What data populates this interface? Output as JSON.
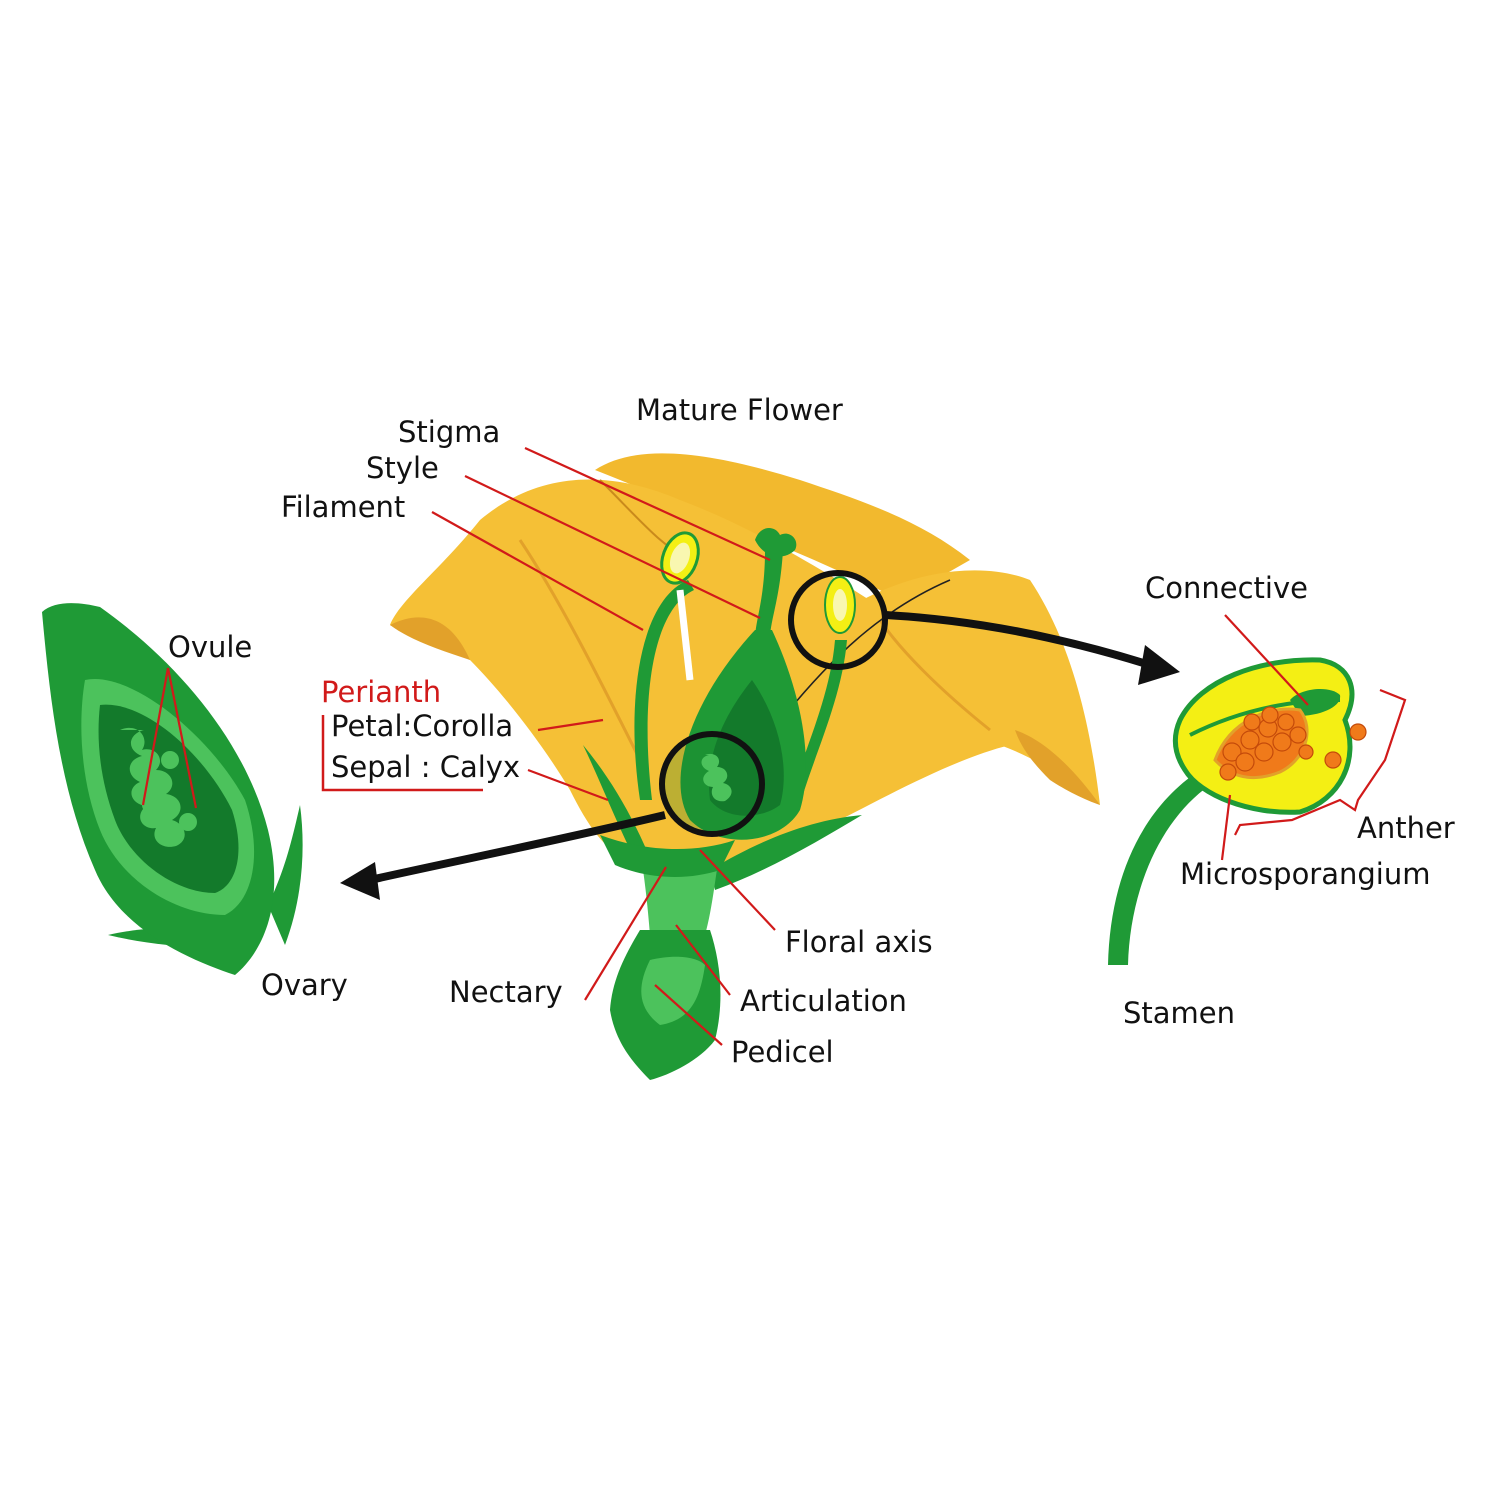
{
  "title": "Mature Flower",
  "labels": {
    "stigma": "Stigma",
    "style": "Style",
    "filament": "Filament",
    "ovule": "Ovule",
    "perianth": "Perianth",
    "petal_corolla": "Petal:Corolla",
    "sepal_calyx": "Sepal : Calyx",
    "ovary": "Ovary",
    "nectary": "Nectary",
    "floral_axis": "Floral axis",
    "articulation": "Articulation",
    "pedicel": "Pedicel",
    "connective": "Connective",
    "anther": "Anther",
    "microsporangium": "Microsporangium",
    "stamen": "Stamen"
  },
  "colors": {
    "petal": "#f5c036",
    "petal_shadow": "#e2a12a",
    "green": "#1f9a36",
    "light_green": "#4cc25c",
    "dark_green": "#137a2b",
    "pollen": "#f07a1a",
    "anther_yellow": "#f4ef14",
    "leader": "#d11a1a",
    "arrow": "#111111"
  }
}
